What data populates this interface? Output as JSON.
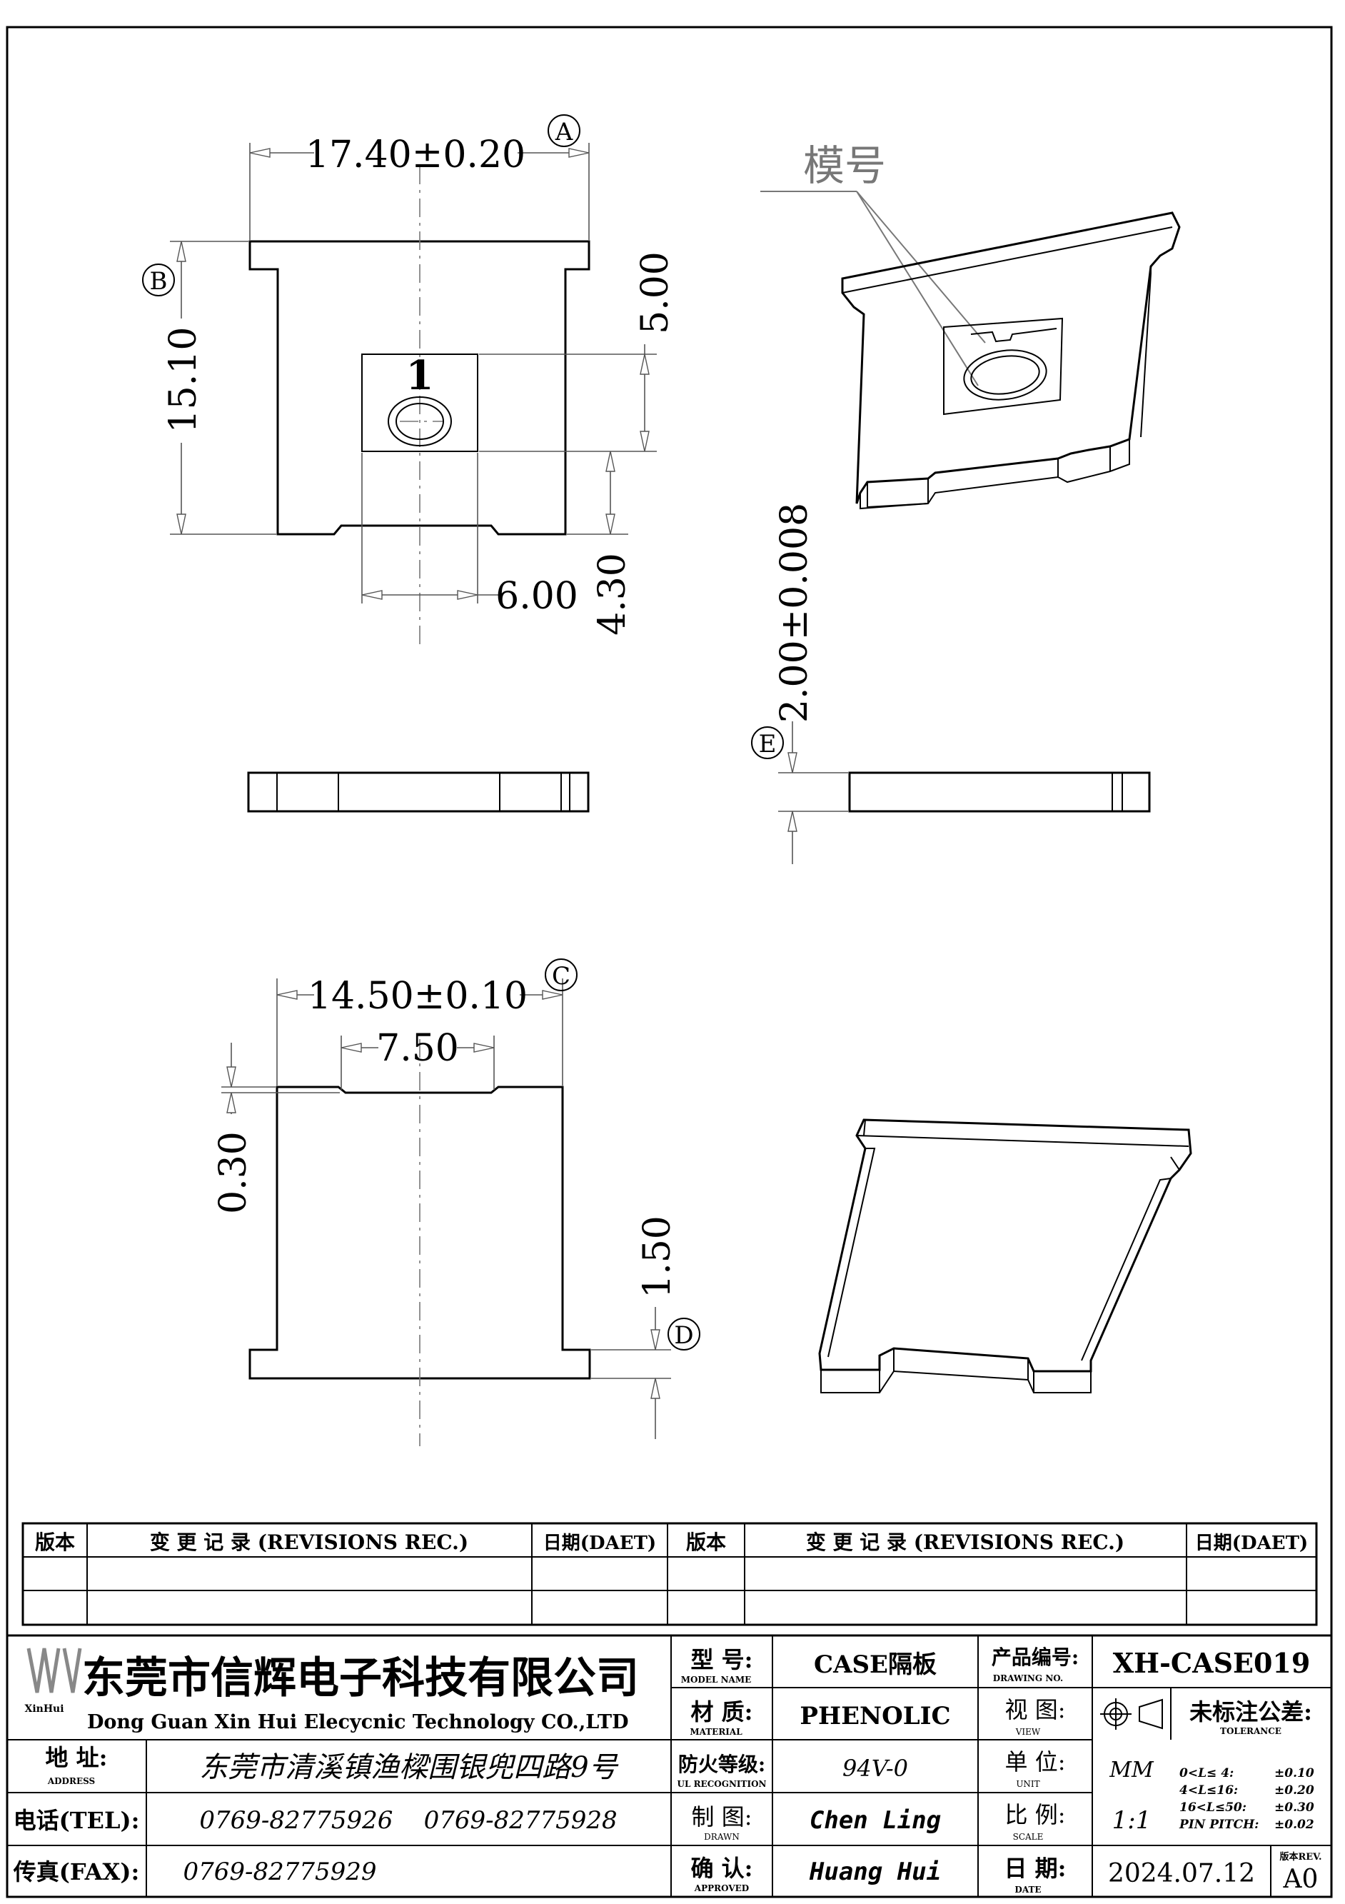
{
  "drawing": {
    "dimensions": {
      "width_A": "17.40±0.20",
      "height_B": "15.10",
      "pocket_top": "5.00",
      "pocket_width": "6.00",
      "pocket_bottom": "4.30",
      "thickness_E": "2.00±0.008",
      "width_C": "14.50±0.10",
      "notch_width": "7.50",
      "notch_depth": "0.30",
      "tab_height_D": "1.50"
    },
    "datums": {
      "a": "A",
      "b": "B",
      "c": "C",
      "d": "D",
      "e": "E"
    },
    "cavity_mark": "1",
    "mold_no_label": "模号"
  },
  "revisions": {
    "header": {
      "version": "版本",
      "record": "变 更 记 录 (REVISIONS REC.)",
      "date": "日期(DAET)"
    }
  },
  "title_block": {
    "company_cn": "东莞市信辉电子科技有限公司",
    "company_en": "Dong Guan Xin Hui Elecycnic Technology CO.,LTD",
    "logo_text": "XinHui",
    "address_label": "地 址:",
    "address_label_en": "ADDRESS",
    "address_value": "东莞市清溪镇渔樑围银兜四路9号",
    "tel_label": "电话(TEL):",
    "tel_value": "0769-82775926    0769-82775928",
    "fax_label": "传真(FAX):",
    "fax_value": "0769-82775929",
    "model_label": "型 号:",
    "model_label_en": "MODEL NAME",
    "model_value": "CASE隔板",
    "material_label": "材 质:",
    "material_label_en": "MATERIAL",
    "material_value": "PHENOLIC",
    "ul_label": "防火等级:",
    "ul_label_en": "UL RECOGNITION",
    "ul_value": "94V-0",
    "drawn_label": "制 图:",
    "drawn_label_en": "DRAWN",
    "drawn_value": "Chen Ling",
    "approved_label": "确 认:",
    "approved_label_en": "APPROVED",
    "approved_value": "Huang Hui",
    "drawing_no_label": "产品编号:",
    "drawing_no_label_en": "DRAWING NO.",
    "drawing_no_value": "XH-CASE019",
    "view_label": "视 图:",
    "view_label_en": "VIEW",
    "unit_label": "单 位:",
    "unit_label_en": "UNIT",
    "unit_value": "MM",
    "scale_label": "比 例:",
    "scale_label_en": "SCALE",
    "scale_value": "1:1",
    "date_label": "日 期:",
    "date_label_en": "DATE",
    "date_value": "2024.07.12",
    "tolerance_label": "未标注公差:",
    "tolerance_label_en": "TOLERANCE",
    "tolerances": [
      {
        "range": "0<L≤ 4:",
        "value": "±0.10"
      },
      {
        "range": "4<L≤16:",
        "value": "±0.20"
      },
      {
        "range": "16<L≤50:",
        "value": "±0.30"
      },
      {
        "range": "PIN PITCH:",
        "value": "±0.02"
      }
    ],
    "rev_label": "版本REV.",
    "rev_value": "A0"
  }
}
